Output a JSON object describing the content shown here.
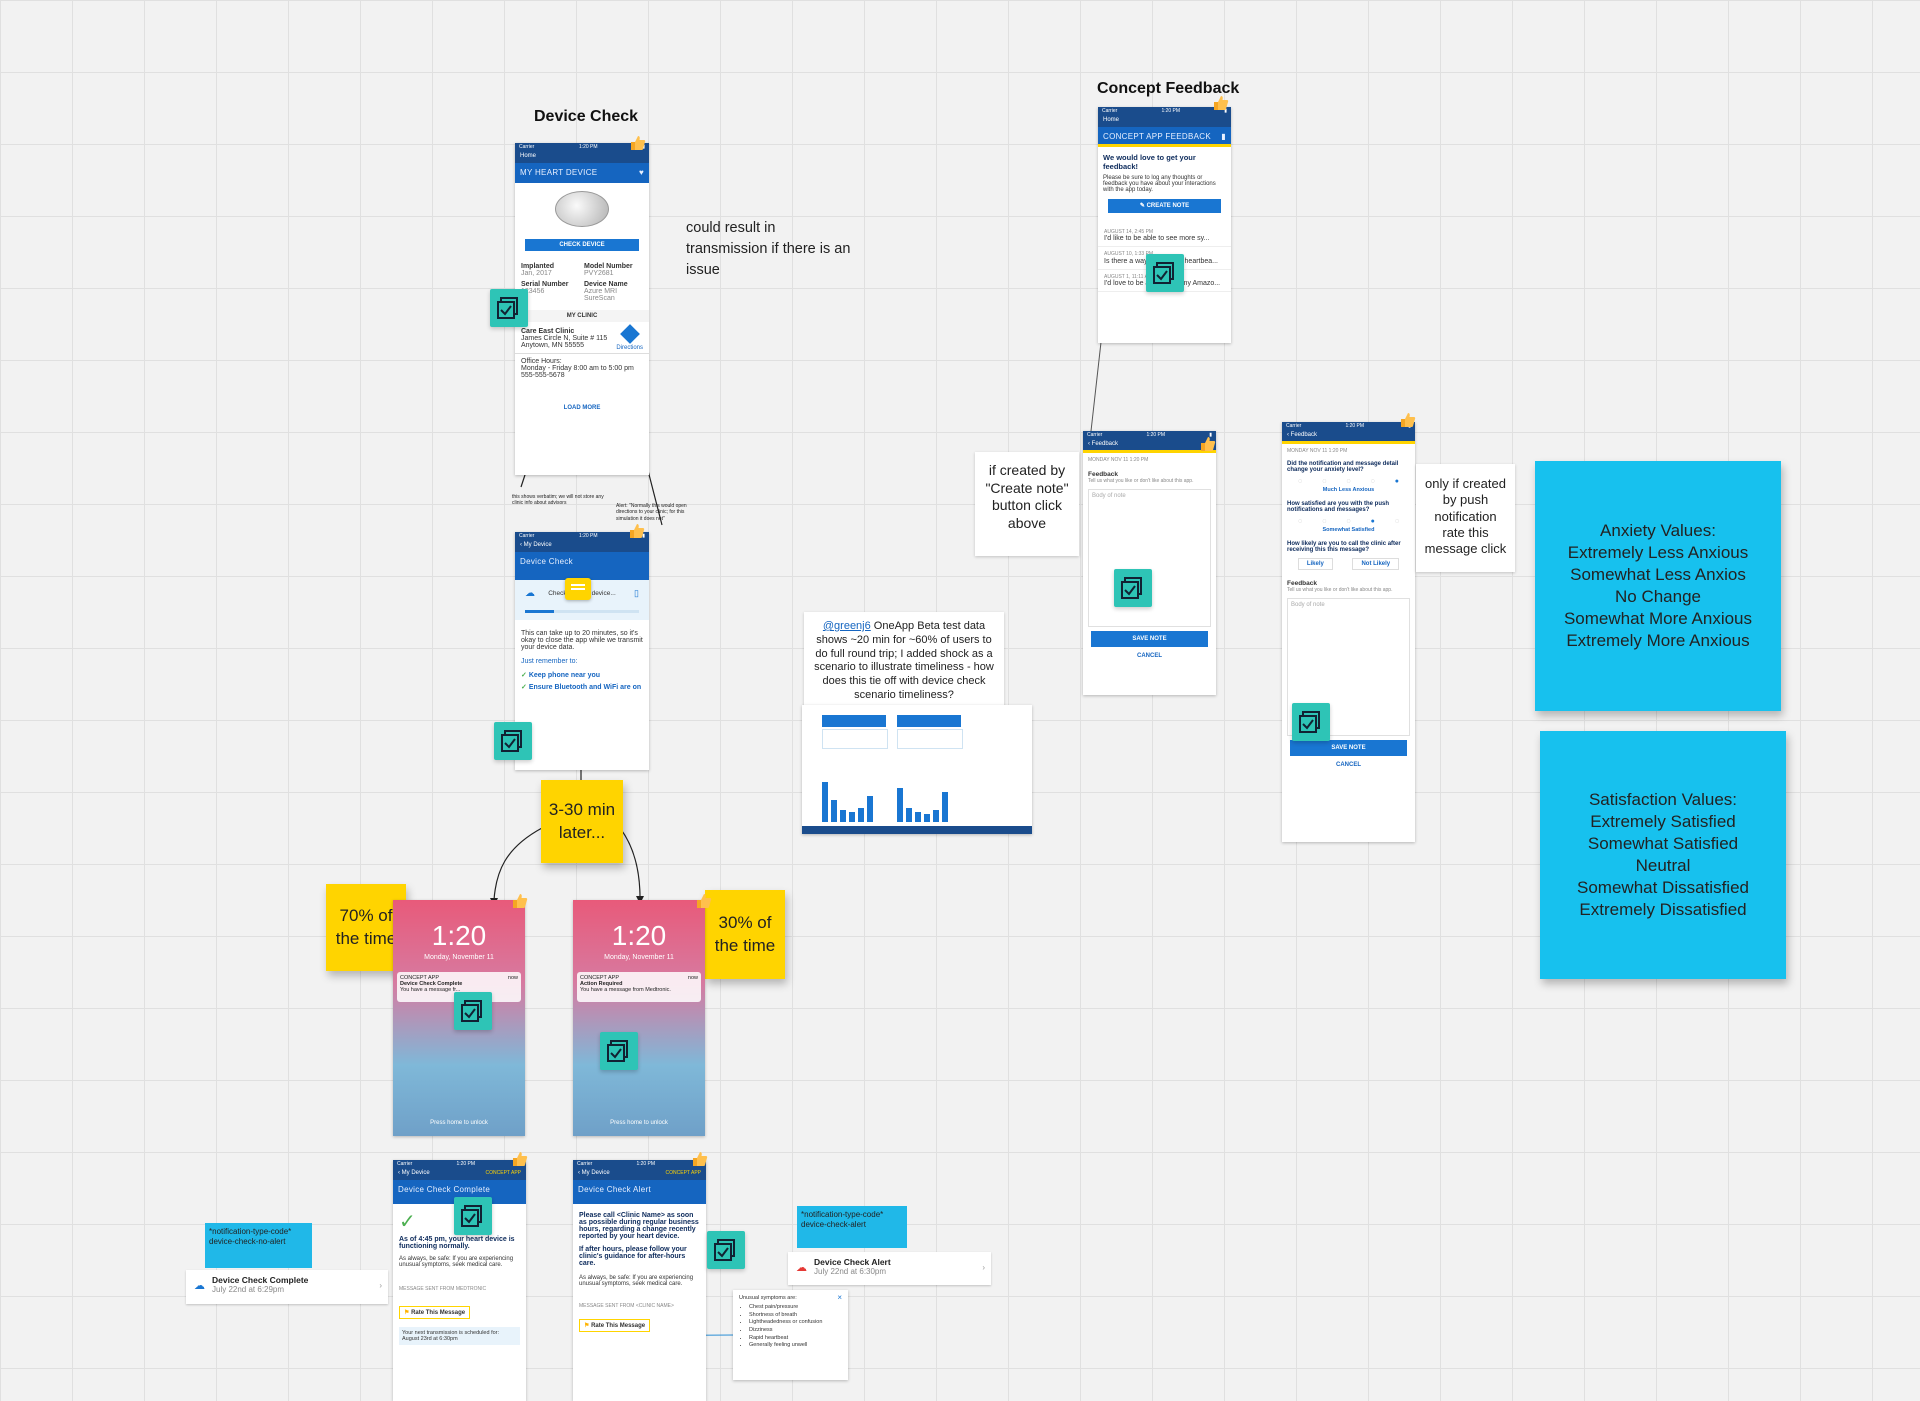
{
  "frames": {
    "device_check_title": "Device Check",
    "concept_feedback_title": "Concept Feedback"
  },
  "device_screen": {
    "status": "Carrier",
    "time": "1:20 PM",
    "nav": "Home",
    "header": "MY HEART DEVICE",
    "button": "CHECK DEVICE",
    "implanted_label": "Implanted",
    "implanted_value": "Jan, 2017",
    "model_label": "Model Number",
    "model_value": "PVY2681",
    "serial_label": "Serial Number",
    "serial_value": "123456",
    "device_name_label": "Device Name",
    "device_name_value": "Azure MRI SureScan",
    "clinic_section": "MY CLINIC",
    "clinic_name": "Care East Clinic",
    "clinic_address1": "James Circle N, Suite # 115",
    "clinic_address2": "Anytown, MN 55555",
    "directions": "Directions",
    "office_hours_label": "Office Hours:",
    "office_hours": "Monday - Friday 8:00 am to 5:00 pm",
    "phone": "555-555-5678",
    "load_more": "LOAD MORE"
  },
  "annotations": {
    "verbatim": "this shows verbatim; we will not store any clinic info about advisors",
    "alert": "Alert: \"Normally this would open directions to your clinic; for this simulation it does not\""
  },
  "checking_screen": {
    "nav": "My Device",
    "header": "Device Check",
    "status": "Checking your device...",
    "body": "This can take up to 20 minutes, so it's okay to close the app while we transmit your device data.",
    "remember": "Just remember to:",
    "item1": "Keep phone near you",
    "item2": "Ensure Bluetooth and WiFi are on"
  },
  "feedback_screen": {
    "nav": "Home",
    "header": "CONCEPT APP FEEDBACK",
    "headline": "We would love to get your feedback!",
    "body": "Please be sure to log any thoughts or feedback you have about your interactions with the app today.",
    "button": "CREATE NOTE",
    "items": [
      {
        "date": "AUGUST 14, 2:45 PM",
        "text": "I'd like to be able to see more sy..."
      },
      {
        "date": "AUGUST 10, 1:33 PM",
        "text": "Is there a way to view my heartbea..."
      },
      {
        "date": "AUGUST 1, 11:11 AM",
        "text": "I'd love to be able to use my Amazo..."
      }
    ]
  },
  "note_screen": {
    "nav": "Feedback",
    "date": "MONDAY NOV 11 1:20 PM",
    "label": "Feedback",
    "hint": "Tell us what you like or don't like about this app.",
    "placeholder": "Body of note",
    "save": "SAVE NOTE",
    "cancel": "CANCEL"
  },
  "rating_screen": {
    "nav": "Feedback",
    "date": "MONDAY NOV 11 1:20 PM",
    "q1": "Did the notification and message detail change your anxiety level?",
    "a1": "Much Less Anxious",
    "q2": "How satisfied are you with the push notifications and messages?",
    "a2": "Somewhat Satisfied",
    "q3": "How likely are you to call the clinic after receiving this this message?",
    "likely": "Likely",
    "not_likely": "Not Likely",
    "label": "Feedback",
    "hint": "Tell us what you like or don't like about this app.",
    "placeholder": "Body of note",
    "save": "SAVE NOTE",
    "cancel": "CANCEL"
  },
  "notes": {
    "transmission": "could result in transmission if there is an issue",
    "create_note": "if created by \"Create note\" button click above",
    "push_only": "only if created by push notification rate this message click",
    "beta_mention": "@greenj6",
    "beta_text": " OneApp Beta test data shows ~20 min for ~60% of users to do full round trip; I added shock as a scenario to illustrate timeliness - how does this tie off with device check scenario timeliness?"
  },
  "stickies": {
    "later": "3-30 min later...",
    "seventy": "70% of the time",
    "thirty": "30% of the time",
    "anxiety_title": "Anxiety Values:",
    "anxiety_values": [
      "Extremely Less Anxious",
      "Somewhat Less Anxios",
      "No Change",
      "Somewhat More Anxious",
      "Extremely More Anxious"
    ],
    "satisfaction_title": "Satisfaction Values:",
    "satisfaction_values": [
      "Extremely Satisfied",
      "Somewhat Satisfied",
      "Neutral",
      "Somewhat Dissatisfied",
      "Extremely Dissatisfied"
    ]
  },
  "lockscreens": {
    "time": "1:20",
    "date": "Monday, November 11",
    "app": "CONCEPT APP",
    "now": "now",
    "left_title": "Device Check Complete",
    "left_body": "You have a message fr...",
    "right_title": "Action Required",
    "right_body": "You have a message from Medtronic.",
    "unlock": "Press home to unlock"
  },
  "complete_screen": {
    "nav": "My Device",
    "brand": "CONCEPT APP",
    "header": "Device Check Complete",
    "headline": "As of 4:45 pm, your heart device is functioning normally.",
    "body": "As always, be safe: If you are experiencing unusual symptoms, seek medical care.",
    "sent": "MESSAGE SENT FROM MEDTRONIC",
    "rate": "Rate This Message",
    "next": "Your next transmission is scheduled for: August 23rd at 6:30pm"
  },
  "alert_screen": {
    "nav": "My Device",
    "brand": "CONCEPT APP",
    "header": "Device Check Alert",
    "headline": "Please call <Clinic Name> as soon as possible during regular business hours, regarding a change recently reported by your heart device.",
    "after_hours": "If after hours, please follow your clinic's guidance for after-hours care.",
    "body": "As always, be safe: If you are experiencing unusual symptoms, seek medical care.",
    "sent": "MESSAGE SENT FROM <CLINIC NAME>",
    "rate": "Rate This Message"
  },
  "symptoms": {
    "title": "Unusual symptoms are:",
    "items": [
      "Chest pain/pressure",
      "Shortness of breath",
      "Lightheadedness or confusion",
      "Dizziness",
      "Rapid heartbeat",
      "Generally feeling unwell"
    ]
  },
  "notif_codes": {
    "no_alert_code": "*notification-type-code* device-check-no-alert",
    "alert_code": "*notification-type-code* device-check-alert",
    "complete_title": "Device Check Complete",
    "complete_time": "July 22nd at 6:29pm",
    "alert_title": "Device Check Alert",
    "alert_time": "July 22nd at 6:30pm"
  },
  "colors": {
    "canvas": "#f2f2f2",
    "brand_blue": "#1565c0",
    "sticky_yellow": "#ffd400",
    "sticky_cyan": "#17c1ee",
    "checkbox_teal": "#2ec4b6"
  }
}
